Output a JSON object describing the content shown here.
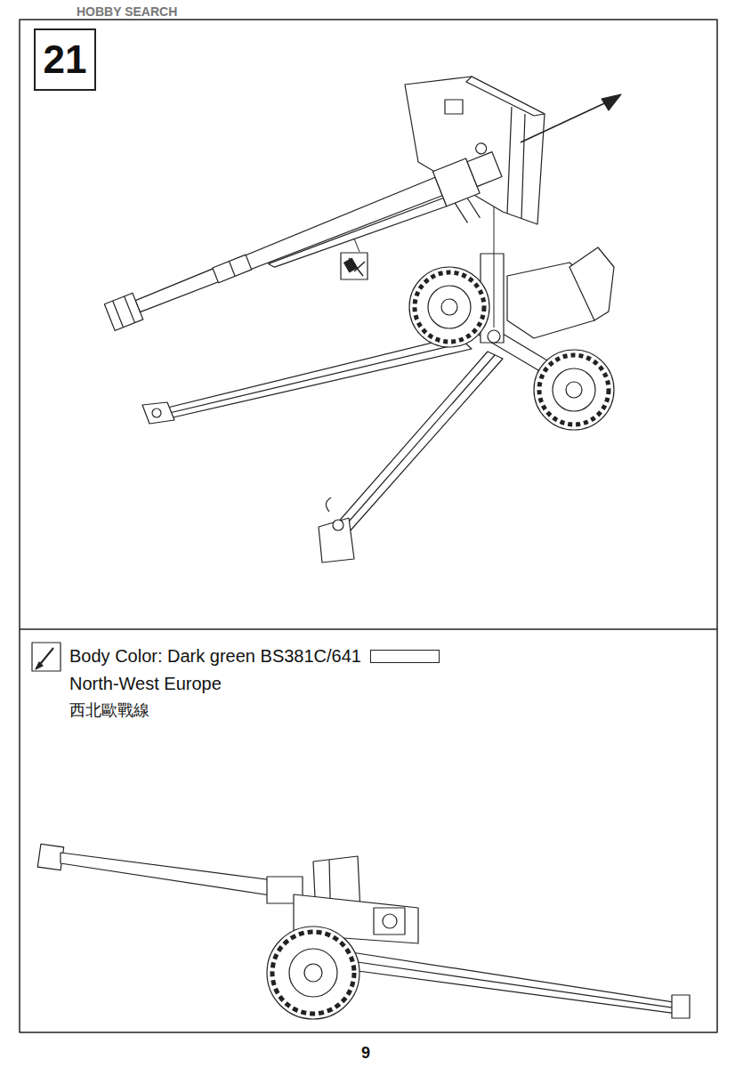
{
  "diagram": {
    "nodes": [
      {
        "text": [
          "21"
        ]
      }
    ],
    "labels": [
      "HOBBY SEARCH",
      "North-West Europe",
      "西北歐戰線",
      "9"
    ],
    "legend": [
      {
        "text": "Body Color: Dark green BS381C/641",
        "color": "#ffffff"
      }
    ]
  }
}
